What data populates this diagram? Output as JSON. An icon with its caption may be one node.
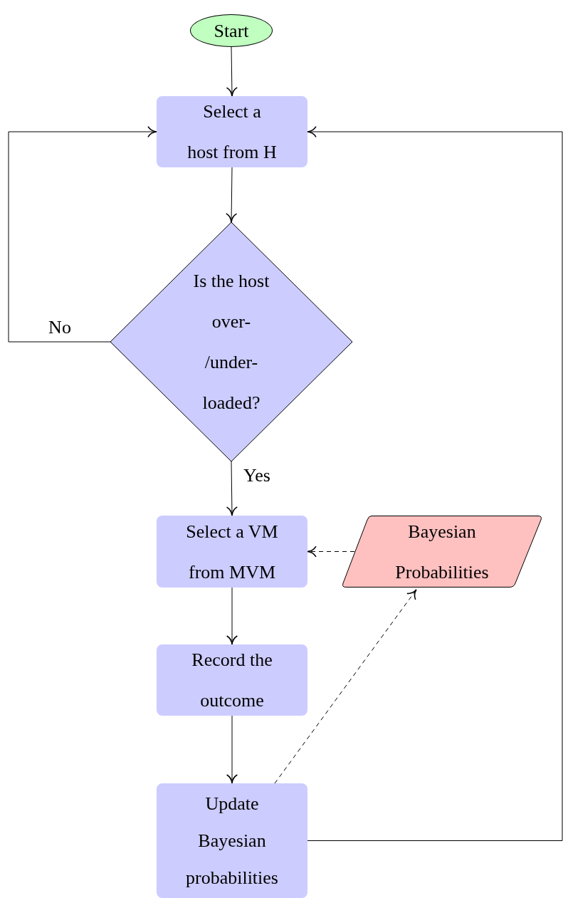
{
  "diagram": {
    "nodes": [
      {
        "text": [
          "Start"
        ]
      },
      {
        "text": [
          "Select a host from H"
        ]
      },
      {
        "text": [
          "Is the host over- /under- loaded?"
        ]
      },
      {
        "text": [
          "Select a VM from MVM"
        ]
      },
      {
        "text": [
          "Bayesian Probabilities"
        ]
      },
      {
        "text": [
          "Record the outcome"
        ]
      },
      {
        "text": [
          "Update Bayesian probabilities"
        ]
      }
    ],
    "edges": [
      {
        "from": 0,
        "to": 1,
        "arrow": "to"
      },
      {
        "from": 1,
        "to": 2,
        "arrow": "to"
      },
      {
        "from": 2,
        "to": 1,
        "arrow": "to",
        "label": "No"
      },
      {
        "from": 2,
        "to": 3,
        "arrow": "to",
        "label": "Yes"
      },
      {
        "from": 4,
        "to": 3,
        "arrow": "to",
        "style": "dashed"
      },
      {
        "from": 3,
        "to": 5,
        "arrow": "to"
      },
      {
        "from": 5,
        "to": 6,
        "arrow": "to"
      },
      {
        "from": 6,
        "to": 4,
        "arrow": "to",
        "style": "dashed"
      },
      {
        "from": 6,
        "to": 1,
        "arrow": "to"
      }
    ]
  }
}
